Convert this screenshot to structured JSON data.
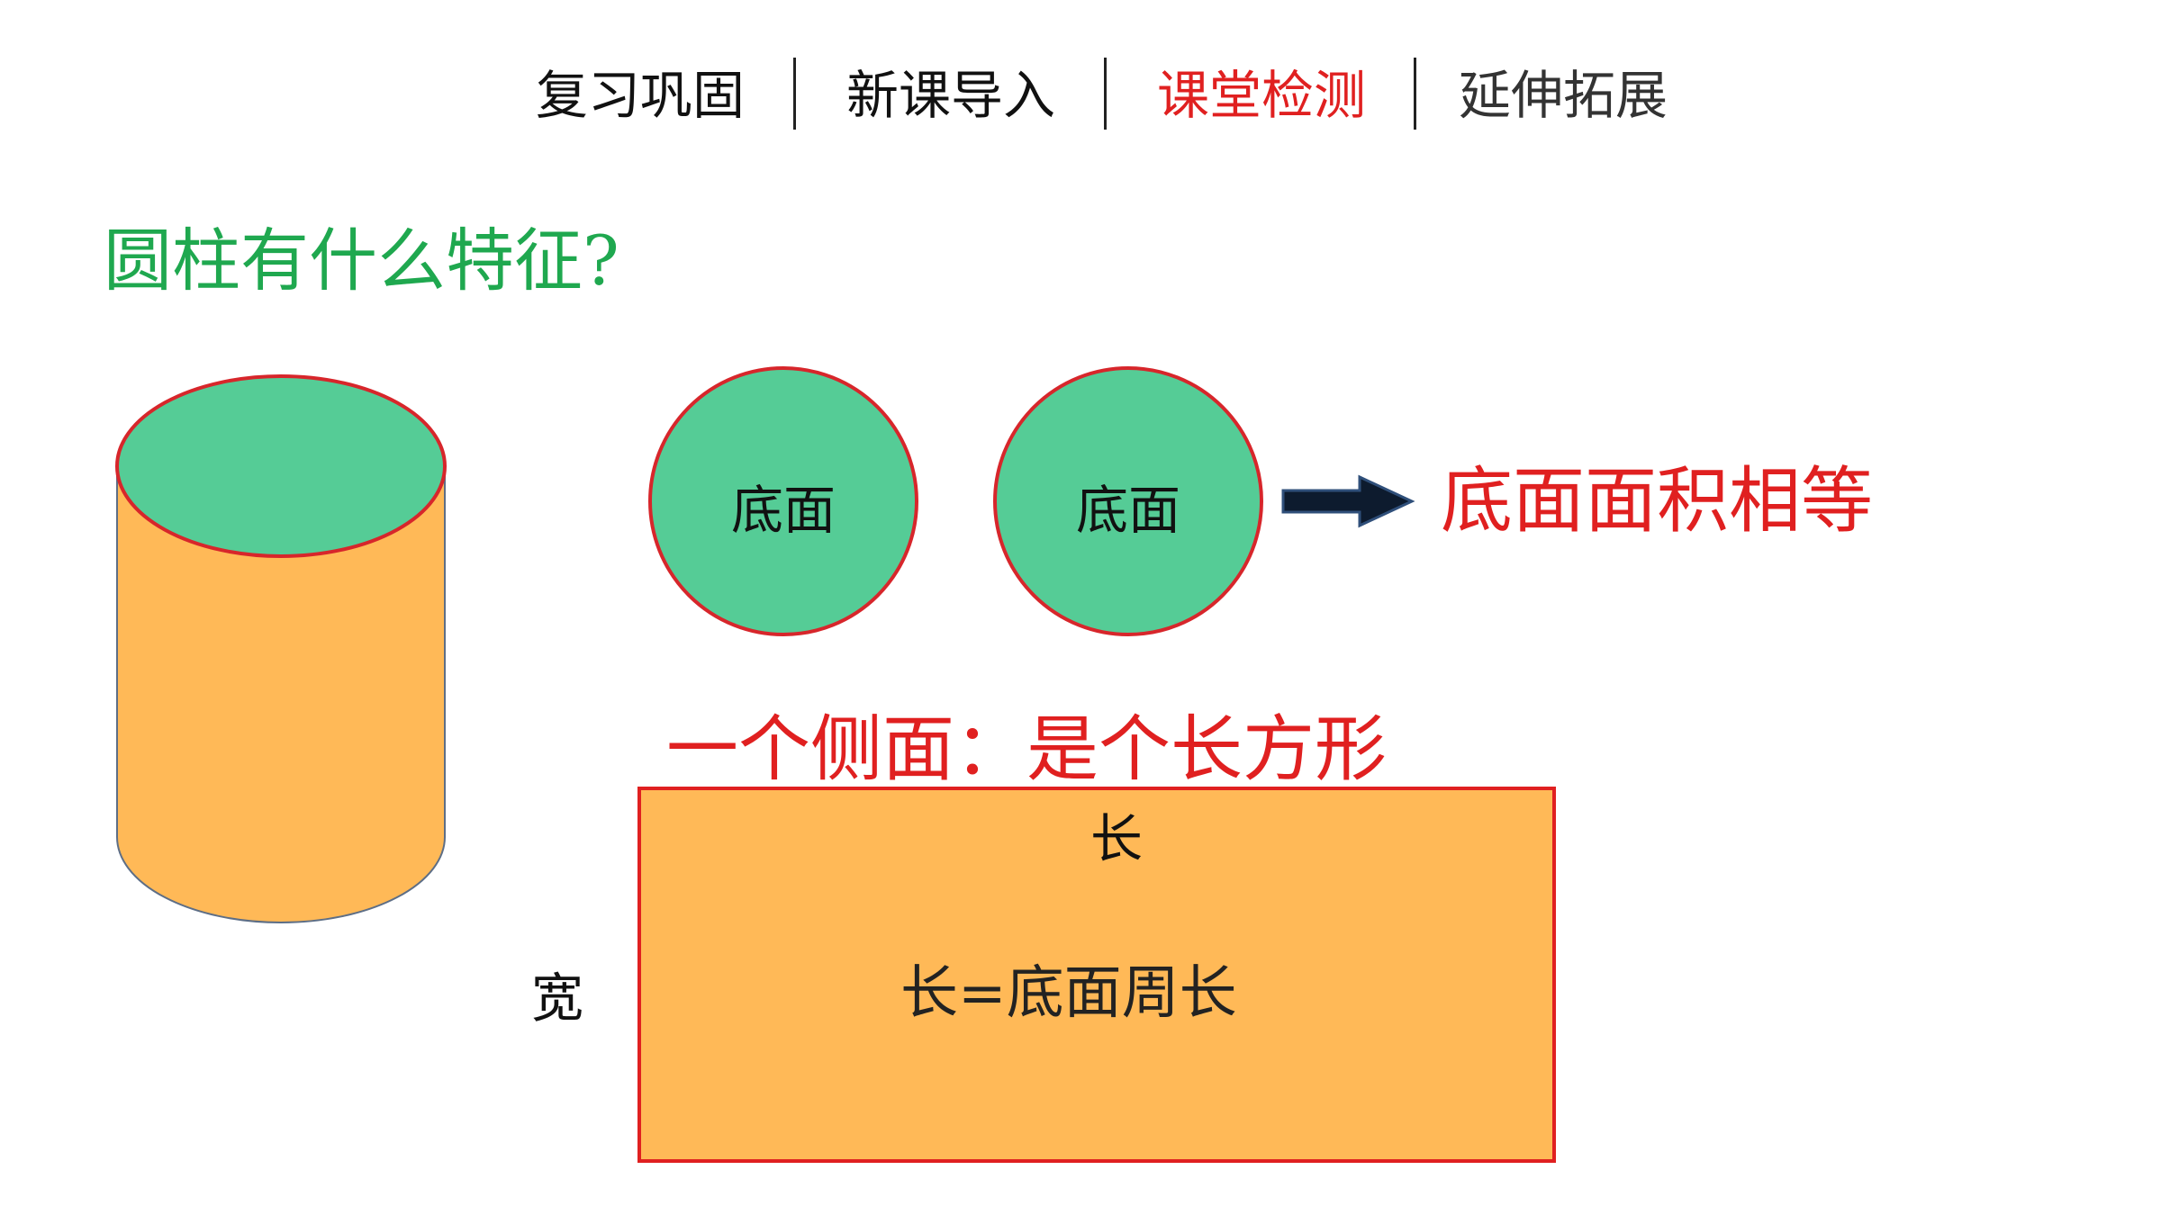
{
  "nav": {
    "tabs": [
      {
        "label": "复习巩固",
        "active": false
      },
      {
        "label": "新课导入",
        "active": false
      },
      {
        "label": "课堂检测",
        "active": true
      },
      {
        "label": "延伸拓展",
        "active": false
      }
    ]
  },
  "question": "圆柱有什么特征?",
  "bases": {
    "left_label": "底面",
    "right_label": "底面",
    "conclusion": "底面面积相等"
  },
  "lateral": {
    "title": "一个侧面：是个长方形",
    "length_label": "长",
    "width_label": "宽",
    "formula": "长=底面周长"
  },
  "colors": {
    "accent_red": "#e02020",
    "question_green": "#1fa84f",
    "base_fill": "#55cc96",
    "side_fill": "#ffb957",
    "arrow": "#0d1b2e"
  }
}
